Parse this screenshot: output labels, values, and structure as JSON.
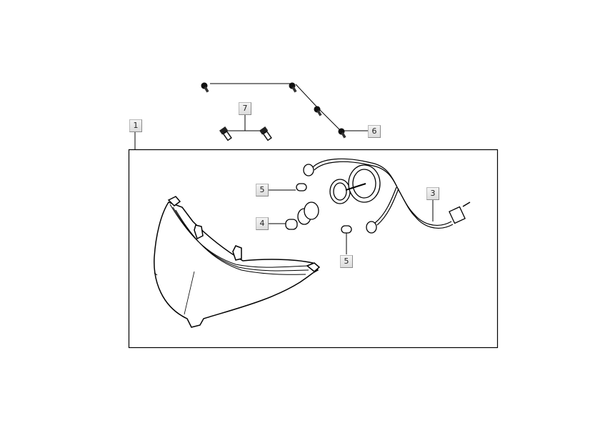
{
  "diagram": {
    "type": "exploded-parts-diagram",
    "subject": "headlight assembly",
    "callouts": [
      {
        "id": "c1",
        "label": "1",
        "part": "headlight-assembly"
      },
      {
        "id": "c3",
        "label": "3",
        "part": "wiring-harness"
      },
      {
        "id": "c4",
        "label": "4",
        "part": "headlight-bulb"
      },
      {
        "id": "c5a",
        "label": "5",
        "part": "parking-bulb"
      },
      {
        "id": "c5b",
        "label": "5",
        "part": "parking-bulb"
      },
      {
        "id": "c6",
        "label": "6",
        "part": "self-tapping-screw"
      },
      {
        "id": "c7",
        "label": "7",
        "part": "bolt"
      }
    ],
    "colors": {
      "line": "#000000",
      "label_bg": "#e6e6e6",
      "background": "#ffffff"
    }
  }
}
